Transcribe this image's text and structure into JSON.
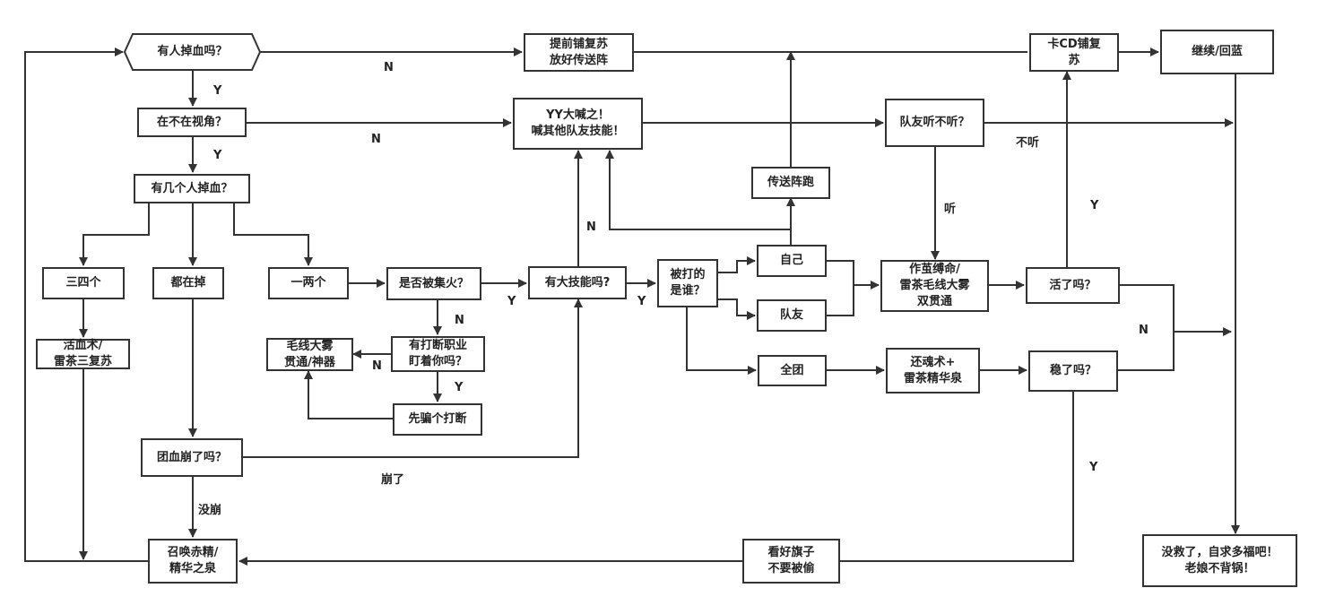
{
  "colors": {
    "stroke": "#333333",
    "text": "#222222",
    "background": "#ffffff"
  },
  "nodes": {
    "anyone_hurt": "有人掉血吗？",
    "in_view": "在不在视角？",
    "how_many": "有几个人掉血？",
    "three_four": "三四个",
    "all_dropping": "都在掉",
    "one_two": "一两个",
    "revive": "活血术/\n雷茶三复苏",
    "focused": "是否被集火？",
    "interrupter": "有打断职业\n盯着你吗？",
    "yarn_fog": "毛线大雾\n贯通/神器",
    "bait_interrupt": "先骗个打断",
    "team_collapse": "团血崩了吗？",
    "summon": "召唤赤精/\n精华之泉",
    "pre_revive": "提前铺复苏\n放好传送阵",
    "yy_shout": "YY大喊之！\n喊其他队友技能！",
    "big_skill": "有大技能吗?",
    "who_hit": "被打的\n是谁？",
    "self": "自己",
    "teammate": "队友",
    "whole_team": "全团",
    "teleport_run": "传送阵跑",
    "teammate_listen": "队友听不听？",
    "cocoon": "作茧缚命/\n雷茶毛线大雾\n双贯通",
    "alive": "活了吗？",
    "soul_revive": "还魂术+\n雷茶精华泉",
    "stable": "稳了吗？",
    "watch_flag": "看好旗子\n不要被偷",
    "cd_revive": "卡CD铺复\n苏",
    "continue": "继续/回蓝",
    "hopeless": "没救了，自求多福吧！\n老娘不背锅！"
  },
  "edge_labels": {
    "hurt_no": "N",
    "hurt_yes": "Y",
    "view_no": "N",
    "view_yes": "Y",
    "focused_yes": "Y",
    "focused_no": "N",
    "interrupter_no": "N",
    "interrupter_yes": "Y",
    "big_skill_no": "N",
    "big_skill_yes": "Y",
    "collapsed": "崩了",
    "not_collapsed": "没崩",
    "not_listen": "不听",
    "listen": "听",
    "alive_yes": "Y",
    "alive_stable_no": "N",
    "stable_yes": "Y"
  }
}
